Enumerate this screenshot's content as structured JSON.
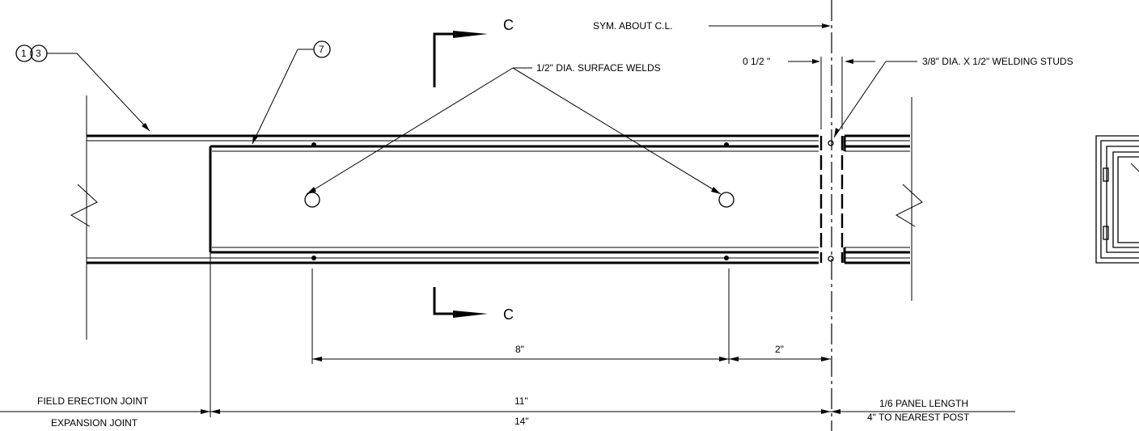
{
  "labels": {
    "section_letter_top": "C",
    "section_letter_bottom": "C",
    "sym_about_cl": "SYM. ABOUT C.L.",
    "surface_welds": "1/2\"  DIA. SURFACE WELDS",
    "gap_half": "0 1/2 \"",
    "welding_studs": "3/8\"  DIA. X 1/2\"  WELDING STUDS",
    "callout_1": "1",
    "callout_3": "3",
    "callout_7": "7",
    "dim_8": "8\"",
    "dim_2": "2\"",
    "dim_11": "11\"",
    "dim_14": "14\"",
    "field_erection_joint": "FIELD ERECTION JOINT",
    "expansion_joint": "EXPANSION JOINT",
    "panel_length": "1/6 PANEL LENGTH",
    "nearest_post": "4\" TO NEAREST POST"
  }
}
